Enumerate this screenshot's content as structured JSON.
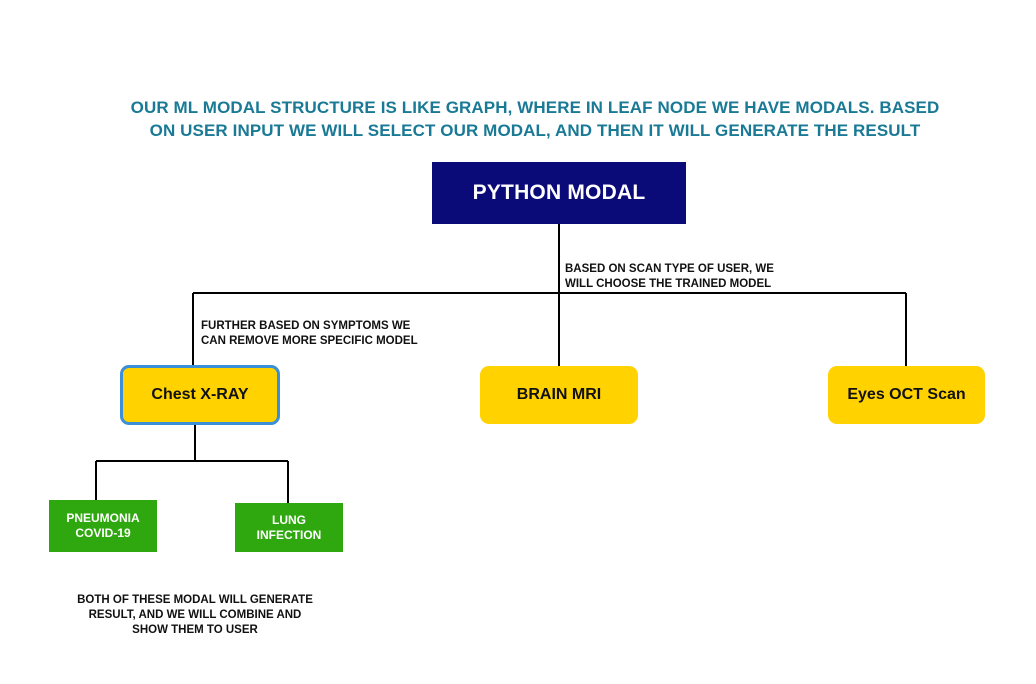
{
  "heading": {
    "line1": "OUR ML MODAL STRUCTURE IS LIKE GRAPH, WHERE IN LEAF NODE WE HAVE MODALS. BASED",
    "line2": "ON USER INPUT WE WILL SELECT OUR MODAL, AND THEN IT WILL GENERATE THE RESULT"
  },
  "root": {
    "label": "PYTHON MODAL"
  },
  "notes": {
    "scan_type": {
      "line1": "BASED ON SCAN TYPE OF USER, WE",
      "line2": "WILL CHOOSE THE TRAINED MODEL"
    },
    "symptoms": {
      "line1": "FURTHER BASED ON SYMPTOMS WE",
      "line2": "CAN REMOVE MORE SPECIFIC MODEL"
    },
    "combine": {
      "line1": "BOTH OF THESE MODAL WILL GENERATE",
      "line2": "RESULT, AND WE WILL COMBINE AND",
      "line3": "SHOW THEM TO USER"
    }
  },
  "scan_nodes": {
    "chest": "Chest X-RAY",
    "brain": "BRAIN MRI",
    "eyes": "Eyes OCT Scan"
  },
  "leaf_nodes": {
    "pneumonia": {
      "line1": "PNEUMONIA",
      "line2": "COVID-19"
    },
    "lung": {
      "line1": "LUNG",
      "line2": "INFECTION"
    }
  },
  "colors": {
    "heading": "#1a7a96",
    "root_fill": "#0a0a78",
    "scan_fill": "#ffd200",
    "highlight_border": "#3a8fd6",
    "leaf_fill": "#2ea80e",
    "connector": "#000000"
  }
}
